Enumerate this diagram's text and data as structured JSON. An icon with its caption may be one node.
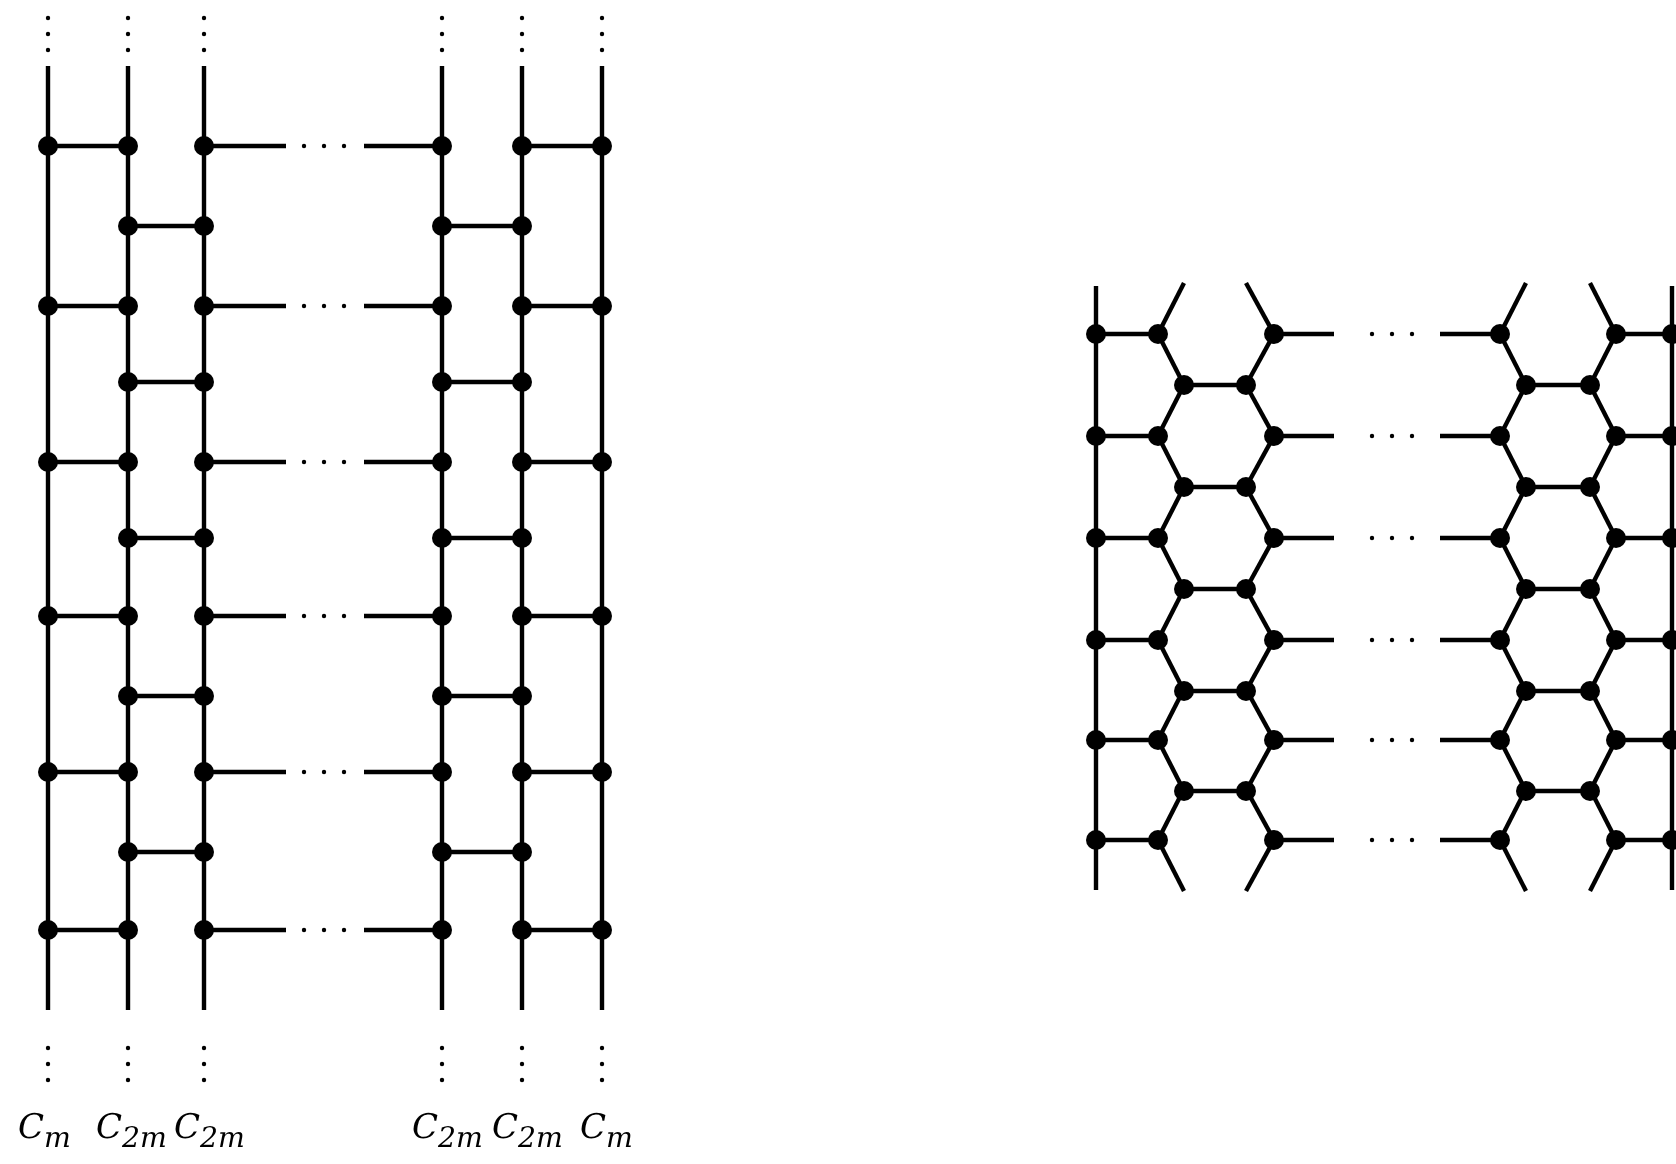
{
  "diagram": {
    "labels": [
      "C$_{m}$",
      "C$_{2m}$",
      "C$_{2m}$",
      "C$_{2m}$",
      "C$_{2m}$",
      "C$_{m}$"
    ]
  }
}
